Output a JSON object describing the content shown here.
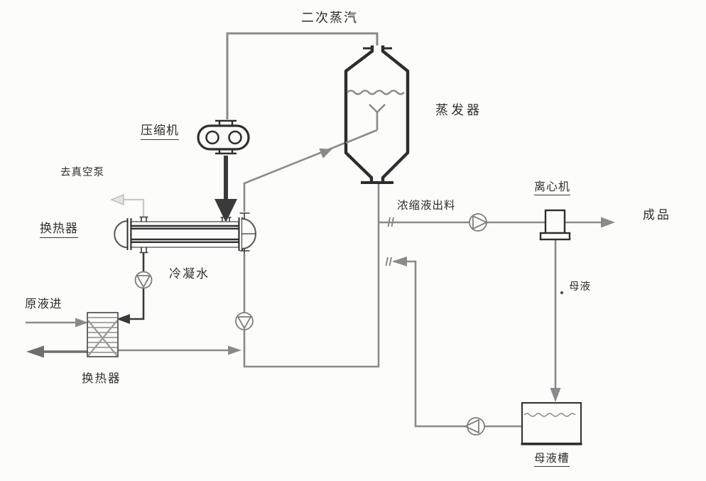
{
  "diagram": {
    "labels": {
      "secondary_steam": "二次蒸汽",
      "compressor": "压缩机",
      "evaporator": "蒸发器",
      "to_vacuum_pump": "去真空泵",
      "heat_exchanger_left": "换热器",
      "condensate_water": "冷凝水",
      "raw_liquid_in": "原液进",
      "heat_exchanger_bottom": "换热器",
      "concentrate_out": "浓缩液出料",
      "centrifuge": "离心机",
      "finished_product": "成品",
      "mother_liquor": "母液",
      "mother_liquor_tank": "母液槽"
    },
    "colors": {
      "pipe_gray": "#8a8a8a",
      "equipment_dark": "#2f2f2f",
      "vacuum_light_gray": "#c8c8c8",
      "background": "#fcfcfa"
    }
  }
}
